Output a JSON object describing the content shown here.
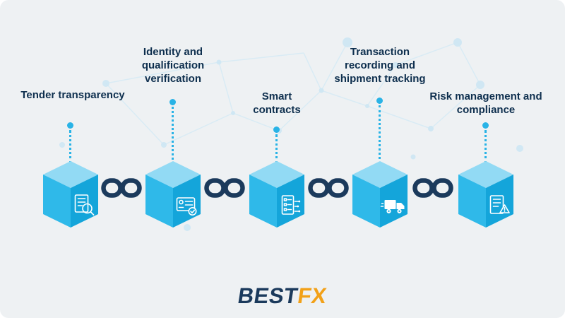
{
  "canvas": {
    "background": "#eef1f3"
  },
  "nodes": [
    {
      "label": "Tender transparency",
      "icon": "document-search-icon"
    },
    {
      "label": "Identity and qualification verification",
      "icon": "id-card-check-icon"
    },
    {
      "label": "Smart contracts",
      "icon": "contract-checklist-icon"
    },
    {
      "label": "Transaction recording and shipment tracking",
      "icon": "delivery-truck-icon"
    },
    {
      "label": "Risk management and compliance",
      "icon": "risk-warning-document-icon"
    }
  ],
  "logo": {
    "text_primary": "BEST",
    "text_accent": "FX"
  },
  "colors": {
    "cube_top": "#92daf4",
    "cube_left": "#2fb9e9",
    "cube_right": "#14a5da",
    "chain": "#1b3a5c",
    "connector": "#29b3e6",
    "label_text": "#0e2f4e",
    "logo_primary": "#1b3a5c",
    "logo_accent": "#f2a118",
    "network_line": "#d7ebf5"
  }
}
